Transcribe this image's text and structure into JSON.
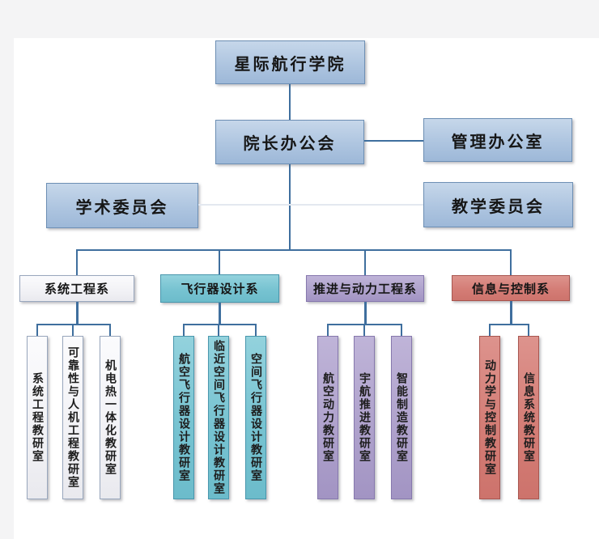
{
  "org": {
    "root": "星际航行学院",
    "dean_office": "院长办公会",
    "admin_office": "管理办公室",
    "academic_committee": "学术委员会",
    "teaching_committee": "教学委员会"
  },
  "departments": [
    {
      "label": "系统工程系",
      "theme_color": "#f0f0f4",
      "children": [
        "系统工程教研室",
        "可靠性与人机工程教研室",
        "机电热一体化教研室"
      ]
    },
    {
      "label": "飞行器设计系",
      "theme_color": "#77c3d1",
      "children": [
        "航空飞行器设计教研室",
        "临近空间飞行器设计教研室",
        "空间飞行器设计教研室"
      ]
    },
    {
      "label": "推进与动力工程系",
      "theme_color": "#afa2cc",
      "children": [
        "航空动力教研室",
        "宇航推进教研室",
        "智能制造教研室"
      ]
    },
    {
      "label": "信息与控制系",
      "theme_color": "#d47d76",
      "children": [
        "动力学与控制教研室",
        "信息系统教研室"
      ]
    }
  ],
  "colors": {
    "node_blue": "#aec5e0",
    "node_border_blue": "#6d8fb4",
    "connector": "#3f6f9e",
    "background_margin": "#f4f4f5",
    "text": "#161616"
  }
}
